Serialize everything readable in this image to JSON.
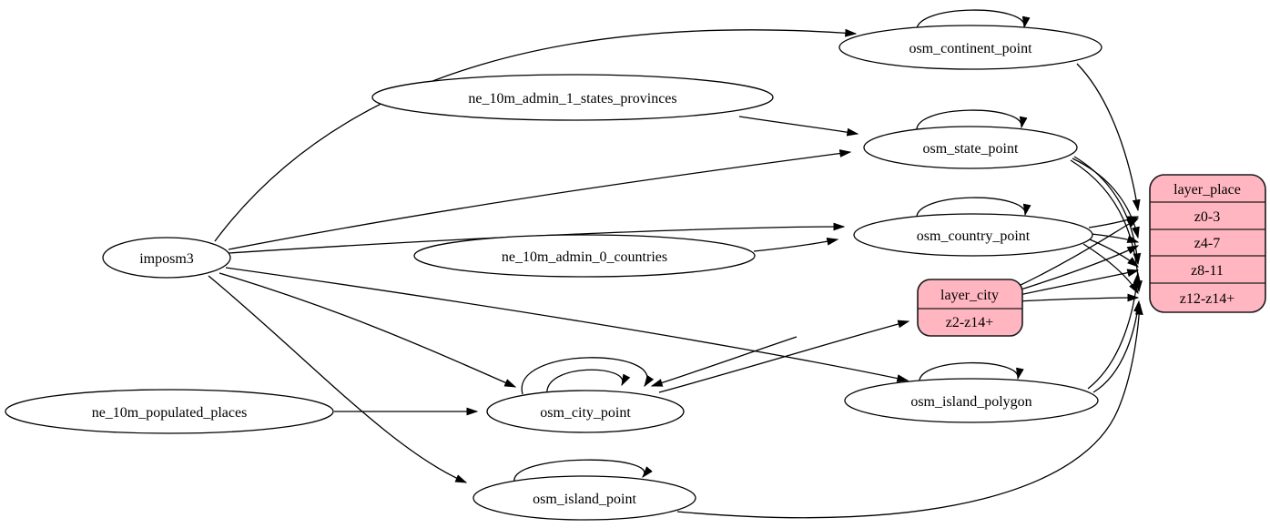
{
  "diagram": {
    "type": "etl-flow-graph",
    "nodes": {
      "imposm3": {
        "label": "imposm3",
        "shape": "ellipse"
      },
      "ne_10m_admin_1_states_provinces": {
        "label": "ne_10m_admin_1_states_provinces",
        "shape": "ellipse"
      },
      "ne_10m_admin_0_countries": {
        "label": "ne_10m_admin_0_countries",
        "shape": "ellipse"
      },
      "ne_10m_populated_places": {
        "label": "ne_10m_populated_places",
        "shape": "ellipse"
      },
      "osm_continent_point": {
        "label": "osm_continent_point",
        "shape": "ellipse"
      },
      "osm_state_point": {
        "label": "osm_state_point",
        "shape": "ellipse"
      },
      "osm_country_point": {
        "label": "osm_country_point",
        "shape": "ellipse"
      },
      "osm_city_point": {
        "label": "osm_city_point",
        "shape": "ellipse"
      },
      "osm_island_polygon": {
        "label": "osm_island_polygon",
        "shape": "ellipse"
      },
      "osm_island_point": {
        "label": "osm_island_point",
        "shape": "ellipse"
      }
    },
    "records": {
      "layer_place": {
        "title": "layer_place",
        "rows": [
          "z0-3",
          "z4-7",
          "z8-11",
          "z12-z14+"
        ]
      },
      "layer_city": {
        "title": "layer_city",
        "rows": [
          "z2-z14+"
        ]
      }
    },
    "edges": [
      {
        "from": "imposm3",
        "to": "osm_continent_point"
      },
      {
        "from": "imposm3",
        "to": "osm_state_point"
      },
      {
        "from": "imposm3",
        "to": "osm_country_point"
      },
      {
        "from": "imposm3",
        "to": "osm_city_point"
      },
      {
        "from": "imposm3",
        "to": "osm_island_polygon"
      },
      {
        "from": "imposm3",
        "to": "osm_island_point"
      },
      {
        "from": "ne_10m_admin_1_states_provinces",
        "to": "osm_state_point"
      },
      {
        "from": "ne_10m_admin_0_countries",
        "to": "osm_country_point"
      },
      {
        "from": "ne_10m_populated_places",
        "to": "osm_city_point"
      },
      {
        "from": "osm_continent_point",
        "to": "osm_continent_point",
        "type": "self-loop"
      },
      {
        "from": "osm_state_point",
        "to": "osm_state_point",
        "type": "self-loop"
      },
      {
        "from": "osm_country_point",
        "to": "osm_country_point",
        "type": "self-loop"
      },
      {
        "from": "osm_city_point",
        "to": "osm_city_point",
        "type": "self-loop"
      },
      {
        "from": "osm_city_point",
        "to": "osm_city_point",
        "type": "self-loop"
      },
      {
        "from": "osm_island_polygon",
        "to": "osm_island_polygon",
        "type": "self-loop"
      },
      {
        "from": "osm_island_point",
        "to": "osm_island_point",
        "type": "self-loop"
      },
      {
        "from": "osm_continent_point",
        "to": "layer_place",
        "port": "z0-3"
      },
      {
        "from": "osm_country_point",
        "to": "layer_place",
        "port": "z0-3"
      },
      {
        "from": "osm_country_point",
        "to": "layer_place",
        "port": "z4-7"
      },
      {
        "from": "osm_country_point",
        "to": "layer_place",
        "port": "z8-11"
      },
      {
        "from": "osm_country_point",
        "to": "layer_place",
        "port": "z12-z14+"
      },
      {
        "from": "osm_state_point",
        "to": "layer_place",
        "port": "z4-7"
      },
      {
        "from": "osm_state_point",
        "to": "layer_place",
        "port": "z8-11"
      },
      {
        "from": "osm_state_point",
        "to": "layer_place",
        "port": "z12-z14+"
      },
      {
        "from": "osm_island_polygon",
        "to": "layer_place",
        "port": "z8-11"
      },
      {
        "from": "osm_island_polygon",
        "to": "layer_place",
        "port": "z12-z14+"
      },
      {
        "from": "osm_island_point",
        "to": "layer_place",
        "port": "z12-z14+"
      },
      {
        "from": "osm_city_point",
        "to": "layer_city",
        "port": "z2-z14+"
      },
      {
        "from": "layer_city",
        "to": "layer_place",
        "port": "z0-3"
      },
      {
        "from": "layer_city",
        "to": "layer_place",
        "port": "z4-7"
      },
      {
        "from": "layer_city",
        "to": "layer_place",
        "port": "z8-11"
      },
      {
        "from": "layer_city",
        "to": "layer_place",
        "port": "z12-z14+"
      }
    ]
  },
  "colors": {
    "background": "#ffffff",
    "node_fill": "#ffffff",
    "node_stroke": "#000000",
    "edge": "#000000",
    "record_fill": "#ffb6c1",
    "record_stroke": "#1a1a1a",
    "text": "#000000"
  }
}
